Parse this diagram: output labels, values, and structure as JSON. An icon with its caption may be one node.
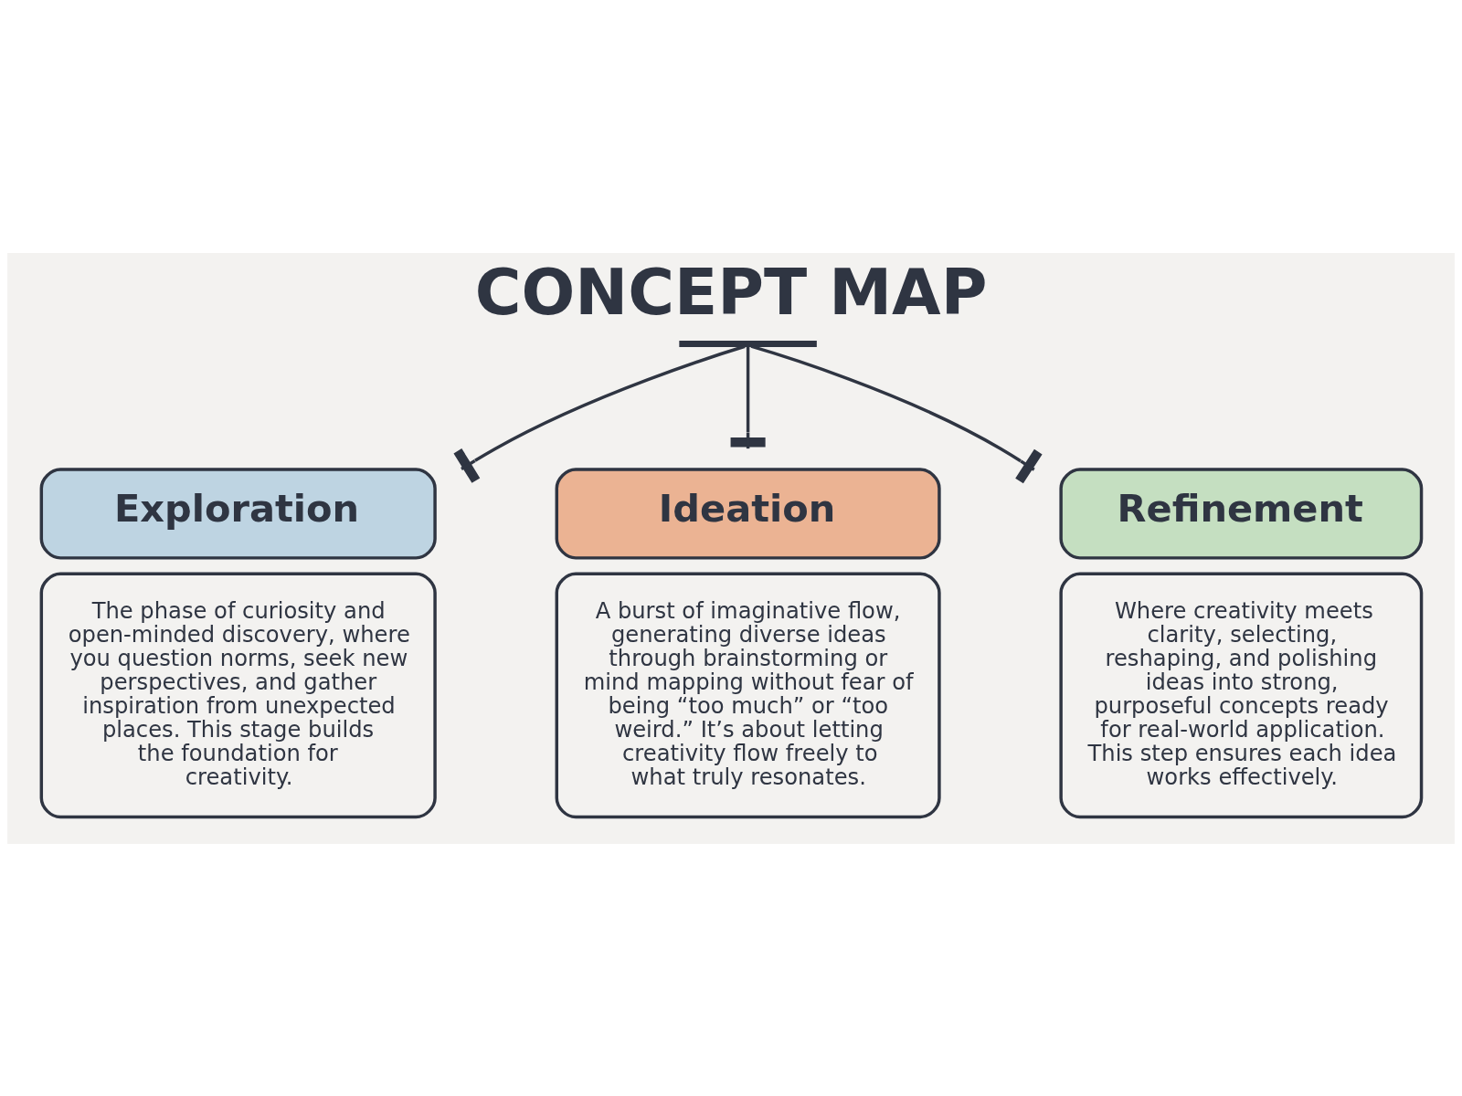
{
  "diagram": {
    "title": "CONCEPT MAP",
    "nodes": [
      {
        "text": [],
        "shape": "bar"
      },
      {
        "text": [
          "Exploration",
          "The phase of curiosity and open-minded discovery, where you question norms, seek new perspectives, and gather inspiration from unexpected places. This stage builds the foundation for creativity."
        ]
      },
      {
        "text": [
          "Ideation",
          "A burst of imaginative flow, generating diverse ideas through brainstorming or mind mapping without fear of being “too much” or “too weird.” It’s about letting creativity flow freely to what truly resonates."
        ]
      },
      {
        "text": [
          "Refinement",
          "Where creativity meets clarity, selecting, reshaping, and polishing ideas into strong, purposeful concepts ready for real-world application. This step ensures each idea works effectively."
        ]
      }
    ],
    "edges": [
      {
        "from": 0,
        "to": 1,
        "arrow": "other"
      },
      {
        "from": 0,
        "to": 2,
        "arrow": "other"
      },
      {
        "from": 0,
        "to": 3,
        "arrow": "other"
      }
    ]
  }
}
